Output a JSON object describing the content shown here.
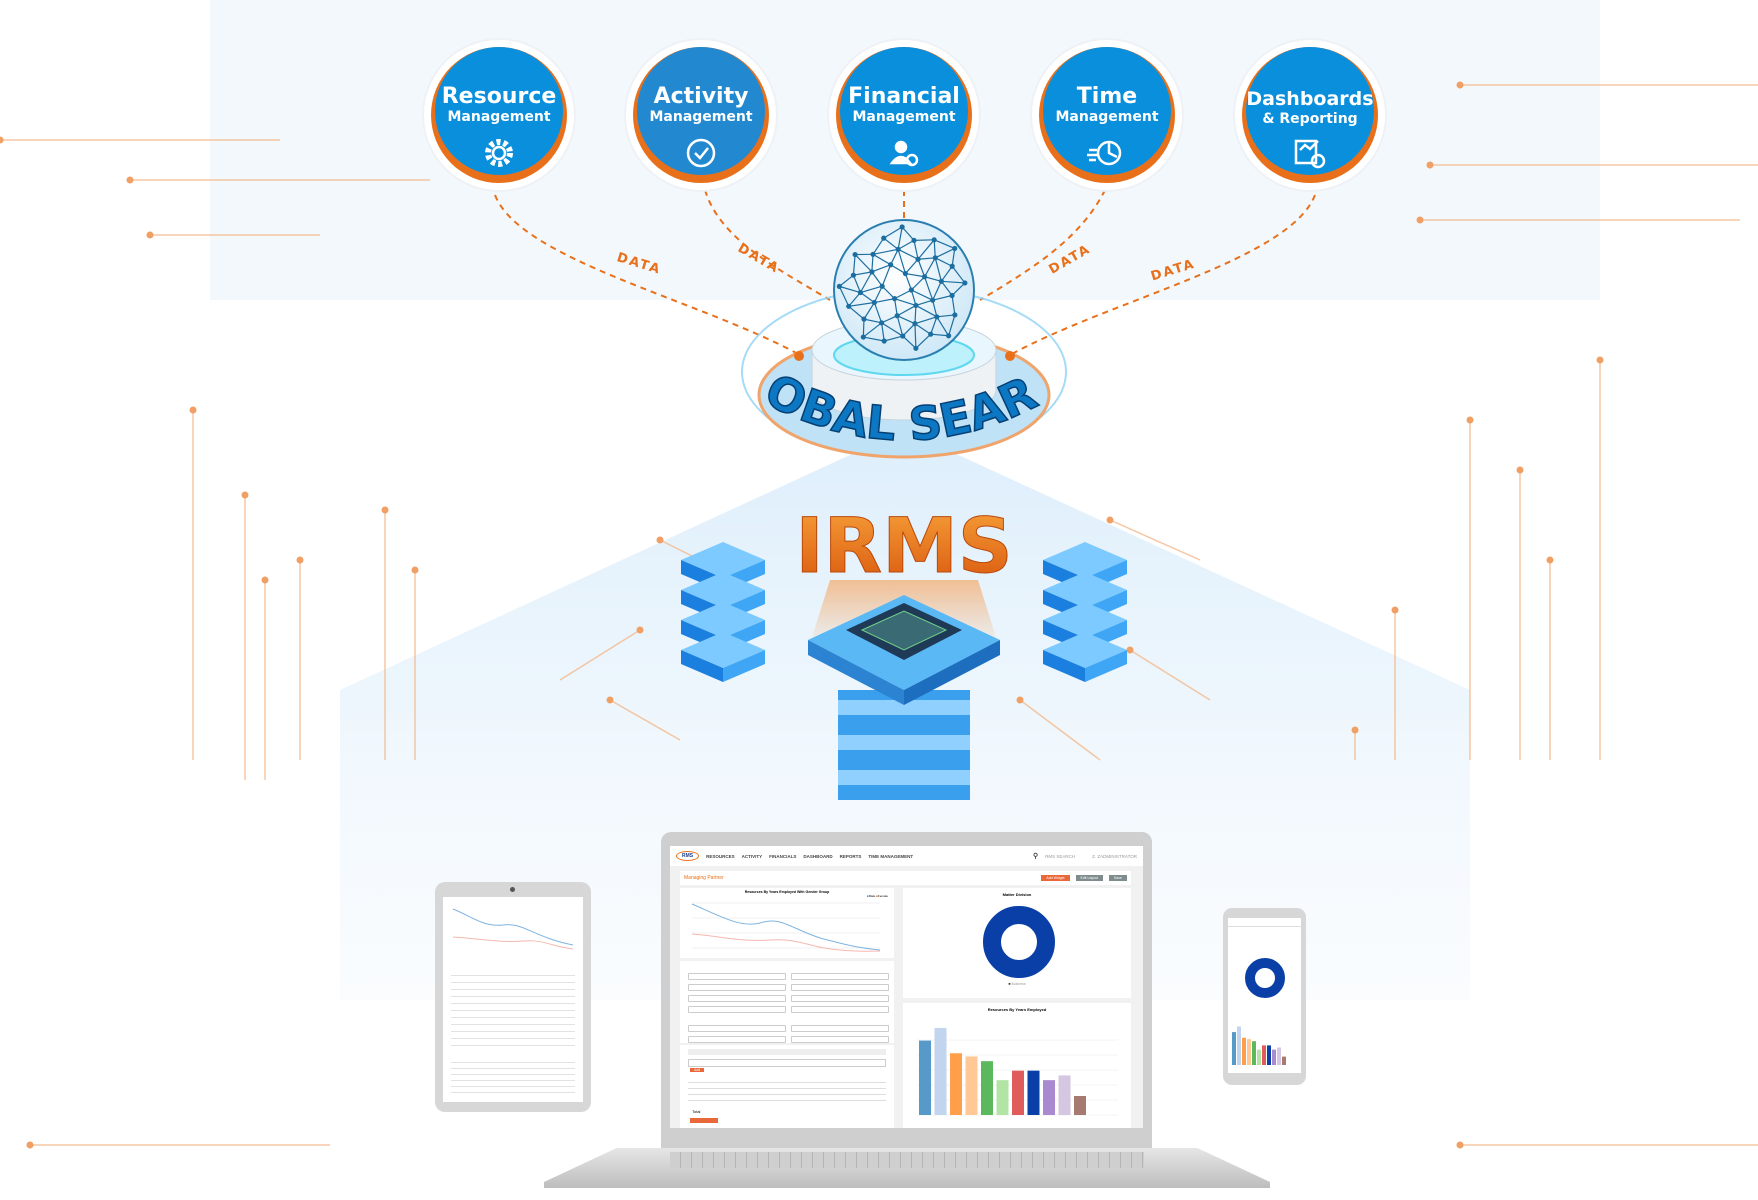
{
  "modules": [
    {
      "title": "Resource",
      "subtitle": "Management",
      "icon": "gear-user-icon"
    },
    {
      "title": "Activity",
      "subtitle": "Management",
      "icon": "check-circle-icon"
    },
    {
      "title": "Financial",
      "subtitle": "Management",
      "icon": "person-dollar-icon"
    },
    {
      "title": "Time",
      "subtitle": "Management",
      "icon": "stopwatch-icon"
    },
    {
      "title": "Dashboards",
      "subtitle": "& Reporting",
      "icon": "report-chart-icon"
    }
  ],
  "connector_label": "DATA",
  "hub": {
    "label": "GLOBAL SEARCH",
    "icon": "globe-network-icon"
  },
  "core": {
    "label": "IRMS"
  },
  "colors": {
    "blue": "#0a8fdc",
    "orange": "#e8701a",
    "dark_blue": "#0a3fa8"
  },
  "laptop": {
    "logo": "RMS",
    "nav": [
      "RESOURCES",
      "ACTIVITY",
      "FINANCIALS",
      "DASHBOARD",
      "REPORTS",
      "TIME MANAGEMENT"
    ],
    "search_label": "RMS SEARCH",
    "user": "Z. ZADMINISTRATOR",
    "page_title": "Managing Partner",
    "buttons": {
      "add_widget": "Add Widget",
      "edit_layout": "Edit Layout",
      "save": "Save"
    },
    "line_chart": {
      "title": "Resources By Years Employed With Gender Group",
      "legend": [
        "Male",
        "Female"
      ]
    },
    "donut_chart": {
      "title": "Matter Division",
      "legend": "Business"
    },
    "bar_chart": {
      "title": "Resources By Years Employed",
      "values": [
        47,
        55,
        39,
        37,
        34,
        22,
        28,
        28,
        22,
        25,
        12,
        0,
        0
      ]
    },
    "table": {
      "total_label": "Total",
      "add_label": "Add"
    }
  }
}
